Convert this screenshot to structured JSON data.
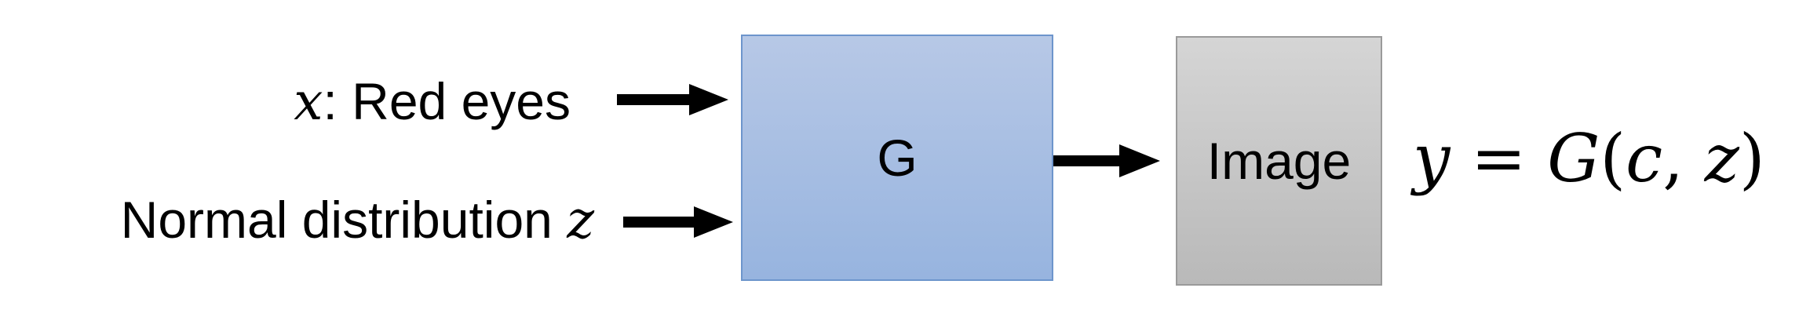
{
  "inputs": {
    "x_var": "x",
    "x_text": ": Red eyes",
    "z_text": "Normal distribution ",
    "z_var": "z"
  },
  "generator": {
    "label": "G"
  },
  "output": {
    "label": "Image"
  },
  "equation": {
    "y": "y",
    "eq": " = ",
    "G": "G",
    "open": "(",
    "c": "c",
    "comma": ", ",
    "z": "z",
    "close": ")"
  },
  "colors": {
    "generator_fill_top": "#b7c8e6",
    "generator_fill_bottom": "#97b4df",
    "generator_border": "#6d95cc",
    "image_fill_top": "#d5d5d5",
    "image_fill_bottom": "#b9b9b9",
    "image_border": "#9a9a9a",
    "arrow": "#000000"
  }
}
